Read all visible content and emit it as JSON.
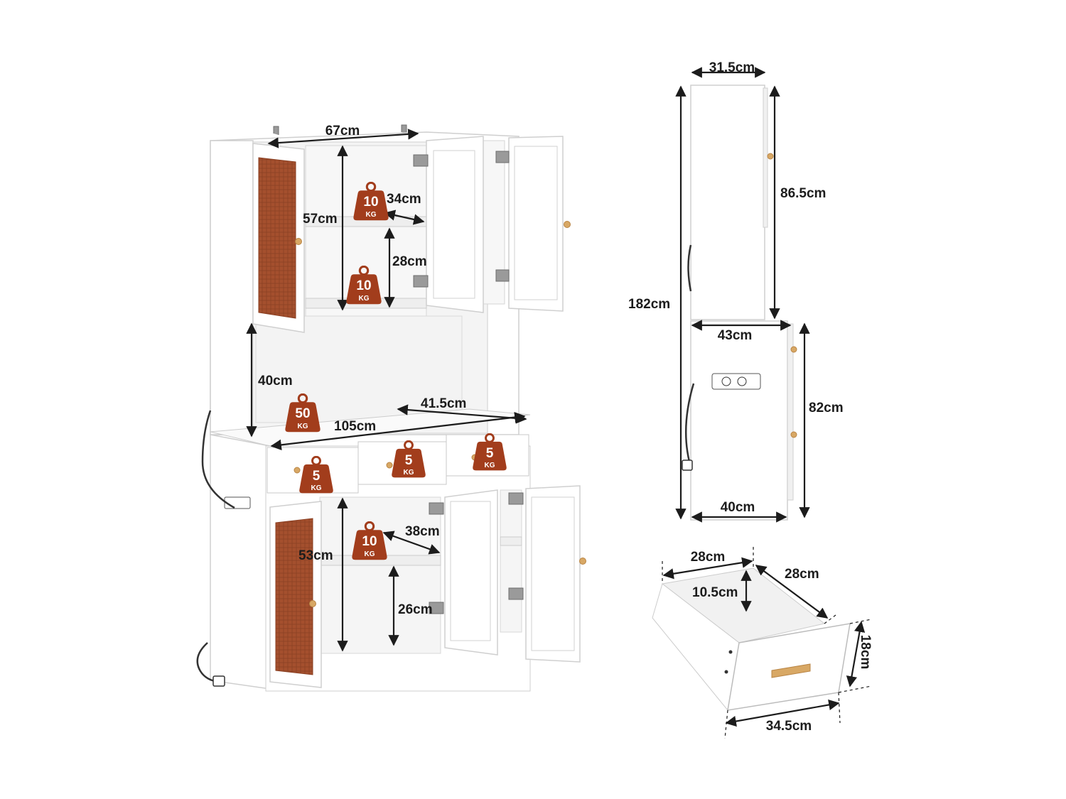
{
  "colors": {
    "rattan": "#a4502e",
    "badge": "#a23d1c",
    "cabinet": "#ffffff",
    "knob": "#d8a865",
    "text": "#1c1c1c"
  },
  "front_view": {
    "dims": {
      "top_width": "67cm",
      "upper_height": "57cm",
      "shelf_depth_upper": "34cm",
      "upper_shelf_gap": "28cm",
      "open_height": "40cm",
      "counter_depth": "41.5cm",
      "total_width": "105cm",
      "lower_shelf_depth": "38cm",
      "lower_height": "53cm",
      "lower_shelf_gap": "26cm"
    },
    "weights": {
      "upper_shelf_top": {
        "value": "10",
        "unit": "KG"
      },
      "upper_shelf_bottom": {
        "value": "10",
        "unit": "KG"
      },
      "counter": {
        "value": "50",
        "unit": "KG"
      },
      "drawer_left": {
        "value": "5",
        "unit": "KG"
      },
      "drawer_middle": {
        "value": "5",
        "unit": "KG"
      },
      "drawer_right": {
        "value": "5",
        "unit": "KG"
      },
      "lower_shelf": {
        "value": "10",
        "unit": "KG"
      }
    }
  },
  "side_view": {
    "dims": {
      "top_depth": "31.5cm",
      "upper_height": "86.5cm",
      "total_height": "182cm",
      "base_depth_top": "43cm",
      "base_height": "82cm",
      "base_depth_bottom": "40cm"
    }
  },
  "drawer_view": {
    "dims": {
      "inner_width": "28cm",
      "inner_depth": "28cm",
      "inner_height": "10.5cm",
      "front_height": "18cm",
      "front_width": "34.5cm"
    }
  },
  "icons": [
    "weight-badge-icon",
    "power-plug-icon",
    "power-outlet-icon",
    "door-knob-icon",
    "hinge-icon"
  ]
}
